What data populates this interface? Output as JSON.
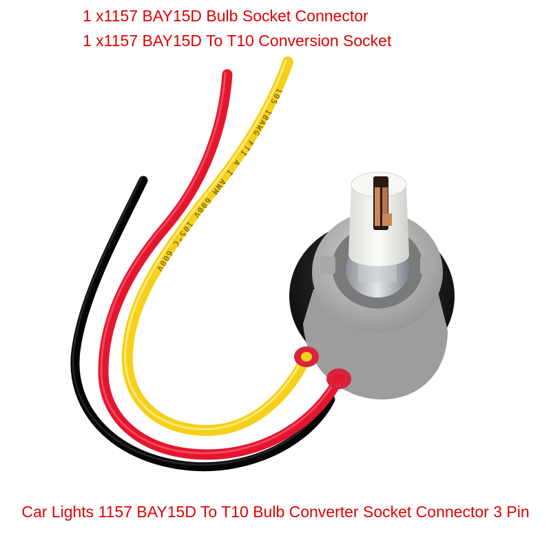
{
  "captions": {
    "line1": "1 x1157 BAY15D Bulb Socket Connector",
    "line2": "1 x1157 BAY15D To T10 Conversion Socket",
    "bottom": "Car Lights 1157 BAY15D To T10 Bulb Converter Socket Connector 3 Pin"
  },
  "photo": {
    "colors": {
      "red_wire": "#e8203a",
      "yellow_wire": "#f5d21a",
      "black_wire": "#111111",
      "socket_grey": "#b9b9b9",
      "insert_white": "#f2f2f0",
      "seal_black": "#151515",
      "grommet_red": "#d8233a",
      "contact_copper": "#c9895a"
    }
  }
}
